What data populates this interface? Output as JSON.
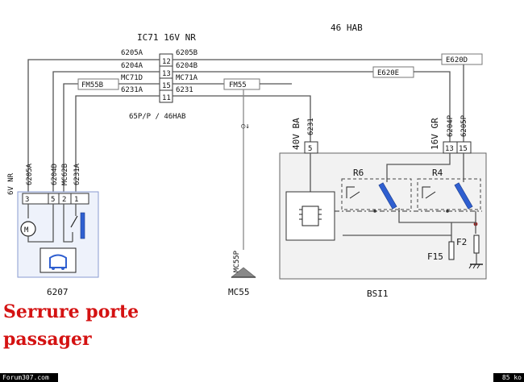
{
  "header": {
    "connector_code": "IC71 16V NR",
    "page_ref": "46 HAB"
  },
  "harness": {
    "pin_left_labels": [
      "6205A",
      "6204A",
      "MC71D",
      "6231A"
    ],
    "pin_numbers": [
      "12",
      "13",
      "15",
      "11"
    ],
    "pin_right_labels": [
      "6205B",
      "6204B",
      "MC71A",
      "6231"
    ],
    "box_fm55b": "FM55B",
    "box_fm55": "FM55",
    "box_e620e": "E620E",
    "box_e620d": "E620D",
    "ref_label": "65P/P / 46HAB"
  },
  "lock": {
    "connector": "6V NR",
    "wire_labels": [
      "6205A",
      "6204D",
      "MC62B",
      "6231A"
    ],
    "pins": [
      "3",
      "5",
      "2",
      "1"
    ],
    "name": "6207"
  },
  "ground": {
    "wire_label": "MC55P",
    "name": "MC55"
  },
  "bsi": {
    "connector_40v": "40V BA",
    "wire_6231": "6231",
    "pin_5": "5",
    "connector_16v": "16V GR",
    "wire_6204P": "6204P",
    "wire_6205P": "6205P",
    "pin_13": "13",
    "pin_15": "15",
    "relay_r6": "R6",
    "relay_r4": "R4",
    "fuse_f2": "F2",
    "fuse_f15": "F15",
    "name": "BSI1"
  },
  "caption": {
    "line1": "Serrure porte",
    "line2": "passager"
  },
  "footer": {
    "left": "Forum307.com",
    "right": "85 ko"
  }
}
